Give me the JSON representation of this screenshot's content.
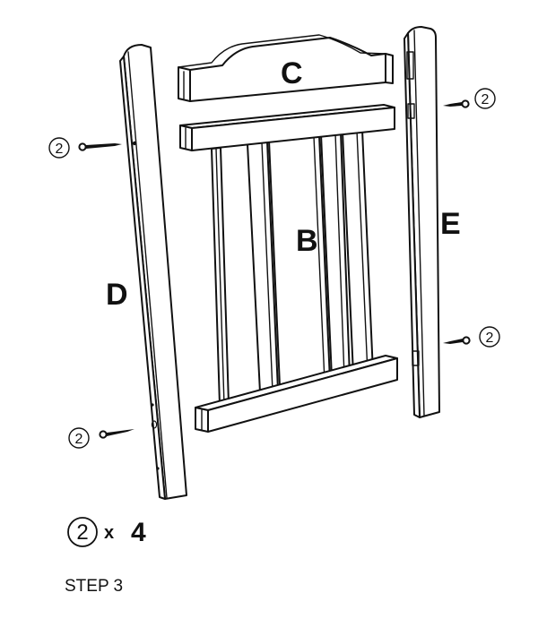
{
  "parts": {
    "top_rail": "C",
    "slat_panel": "B",
    "left_post": "D",
    "right_post": "E"
  },
  "screw_callout": "2",
  "quantity": {
    "part_number": "2",
    "multiplier": "x",
    "count": "4"
  },
  "step_label": "STEP 3"
}
